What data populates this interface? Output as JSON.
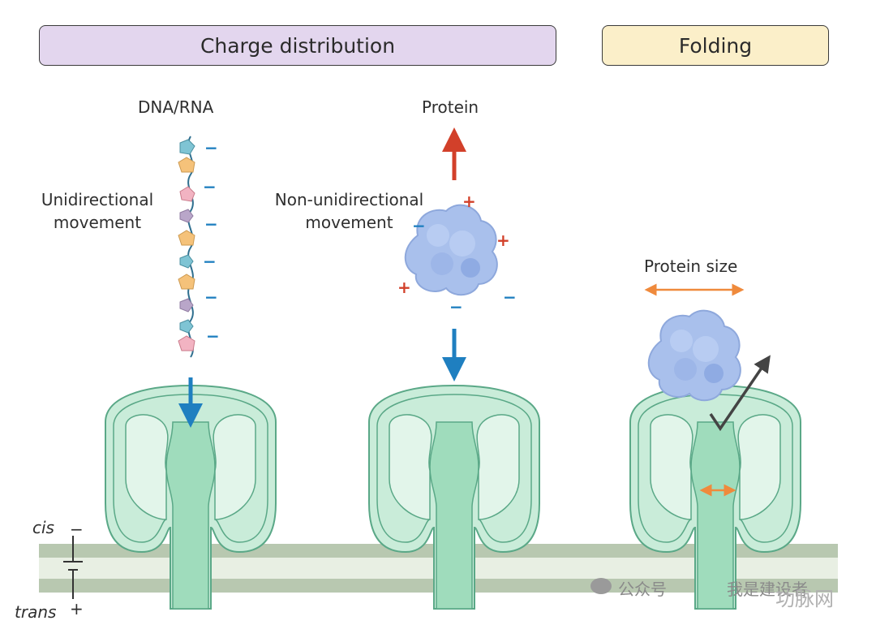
{
  "headers": {
    "charge": "Charge distribution",
    "folding": "Folding"
  },
  "labels": {
    "dna": "DNA/RNA",
    "protein": "Protein",
    "uni_1": "Unidirectional",
    "uni_2": "movement",
    "nonuni_1": "Non-unidirectional",
    "nonuni_2": "movement",
    "protein_size": "Protein size",
    "cis": "cis",
    "trans": "trans"
  },
  "charges": {
    "minus": "−",
    "plus": "+"
  },
  "watermark": {
    "text1": "公众号",
    "text2": "我是建设者",
    "text3": "功脉网"
  },
  "colors": {
    "charge_header": "#e3d6ee",
    "folding_header": "#fbefc9",
    "pore_fill": "#c9ecd9",
    "pore_inner": "#9fdcbc",
    "pore_stroke": "#5aa887",
    "membrane": "#b8c8b0",
    "protein": "#a9c0ec",
    "blue_arrow": "#1f7fc0",
    "red_arrow": "#d2402a",
    "orange_arrow": "#ef8a3c",
    "minus_color": "#1f7fc0",
    "plus_color": "#d2402a"
  }
}
